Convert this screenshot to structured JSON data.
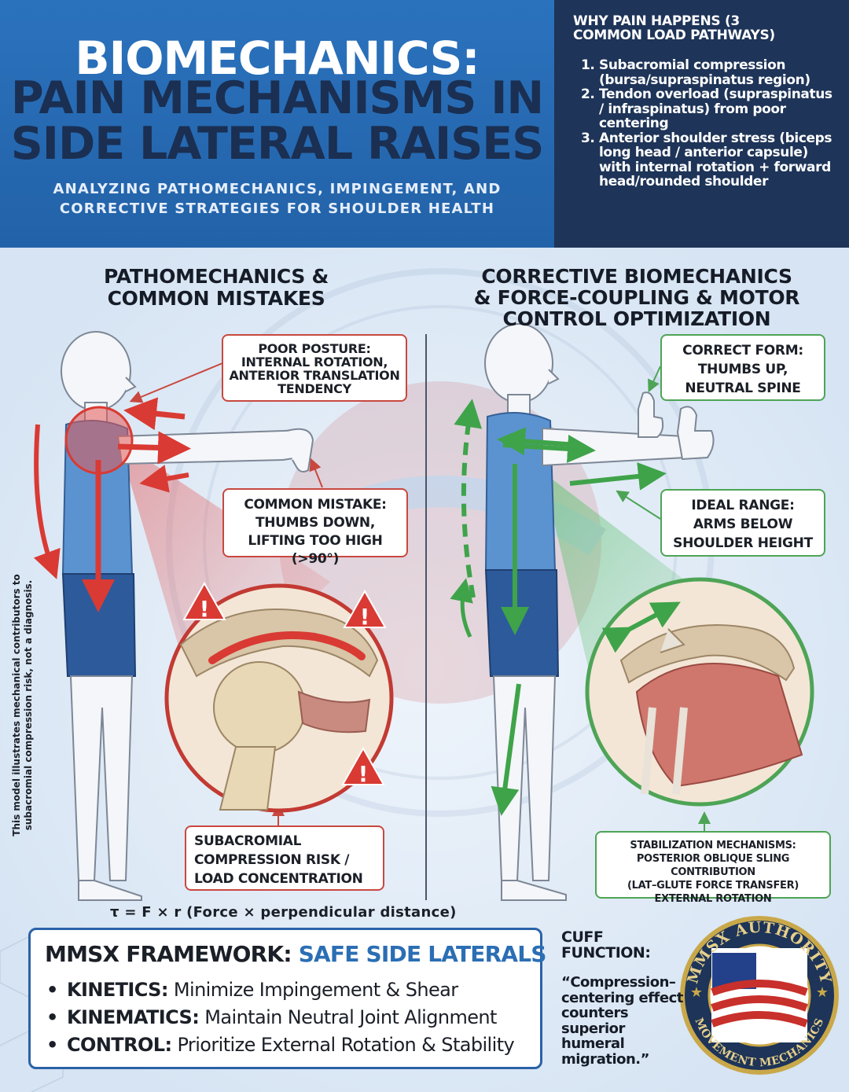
{
  "header": {
    "title_line1": "BIOMECHANICS:",
    "title_line2": "PAIN MECHANISMS IN",
    "title_line3": "SIDE LATERAL RAISES",
    "subtitle_line1": "ANALYZING PATHOMECHANICS, IMPINGEMENT, AND",
    "subtitle_line2": "CORRECTIVE STRATEGIES FOR SHOULDER HEALTH"
  },
  "why": {
    "title_line1": "WHY PAIN HAPPENS (3",
    "title_line2": "COMMON LOAD PATHWAYS)",
    "items": [
      {
        "num": "1.",
        "text": "Subacromial compression (bursa/supraspinatus region)"
      },
      {
        "num": "2.",
        "text": "Tendon overload (supraspinatus / infraspinatus) from poor centering"
      },
      {
        "num": "3.",
        "text": "Anterior shoulder stress (biceps long head / anterior capsule) with internal rotation + forward head/rounded shoulder"
      }
    ]
  },
  "left": {
    "title_line1": "PATHOMECHANICS &",
    "title_line2": "COMMON MISTAKES",
    "posture": {
      "l1": "POOR POSTURE:",
      "l2": "INTERNAL ROTATION,",
      "l3": "ANTERIOR TRANSLATION",
      "l4": "TENDENCY"
    },
    "mistake": {
      "l1": "COMMON MISTAKE:",
      "l2": "THUMBS DOWN,",
      "l3": "LIFTING TOO HIGH (>90°)"
    },
    "compress": {
      "l1": "SUBACROMIAL",
      "l2": "COMPRESSION RISK /",
      "l3": "LOAD CONCENTRATION"
    },
    "side_note_line1": "This model illustrates mechanical contributors to",
    "side_note_line2": "subacromial compression risk, not a diagnosis."
  },
  "right": {
    "title_line1": "CORRECTIVE BIOMECHANICS",
    "title_line2": "& FORCE-COUPLING & MOTOR",
    "title_line3": "CONTROL OPTIMIZATION",
    "form": {
      "l1": "CORRECT FORM:",
      "l2": "THUMBS UP,",
      "l3": "NEUTRAL SPINE"
    },
    "range": {
      "l1": "IDEAL RANGE:",
      "l2": "ARMS BELOW",
      "l3": "SHOULDER HEIGHT"
    },
    "stab": {
      "l1": "STABILIZATION MECHANISMS:",
      "l2": "POSTERIOR OBLIQUE SLING CONTRIBUTION",
      "l3": "(LAT–GLUTE FORCE TRANSFER)",
      "l4": "EXTERNAL ROTATION"
    }
  },
  "formula": "τ = F × r (Force × perpendicular distance)",
  "framework": {
    "head_prefix": "MMSX FRAMEWORK:",
    "head_accent": "SAFE SIDE LATERALS",
    "items": [
      {
        "label": "KINETICS:",
        "text": "Minimize Impingement & Shear"
      },
      {
        "label": "KINEMATICS:",
        "text": "Maintain Neutral Joint Alignment"
      },
      {
        "label": "CONTROL:",
        "text": "Prioritize External Rotation & Stability"
      }
    ]
  },
  "cuff": {
    "title_line1": "CUFF",
    "title_line2": "FUNCTION:",
    "quote": "“Compression–centering effect counters superior humeral migration.”"
  },
  "badge": {
    "top_text": "MMSX AUTHORITY",
    "bottom_text": "MOVEMENT MECHANICS"
  },
  "colors": {
    "header_blue": "#2b72bd",
    "navy": "#1e3458",
    "warning_red": "#d93a33",
    "correct_green": "#3fa34a",
    "accent_blue": "#2b6eb4"
  }
}
